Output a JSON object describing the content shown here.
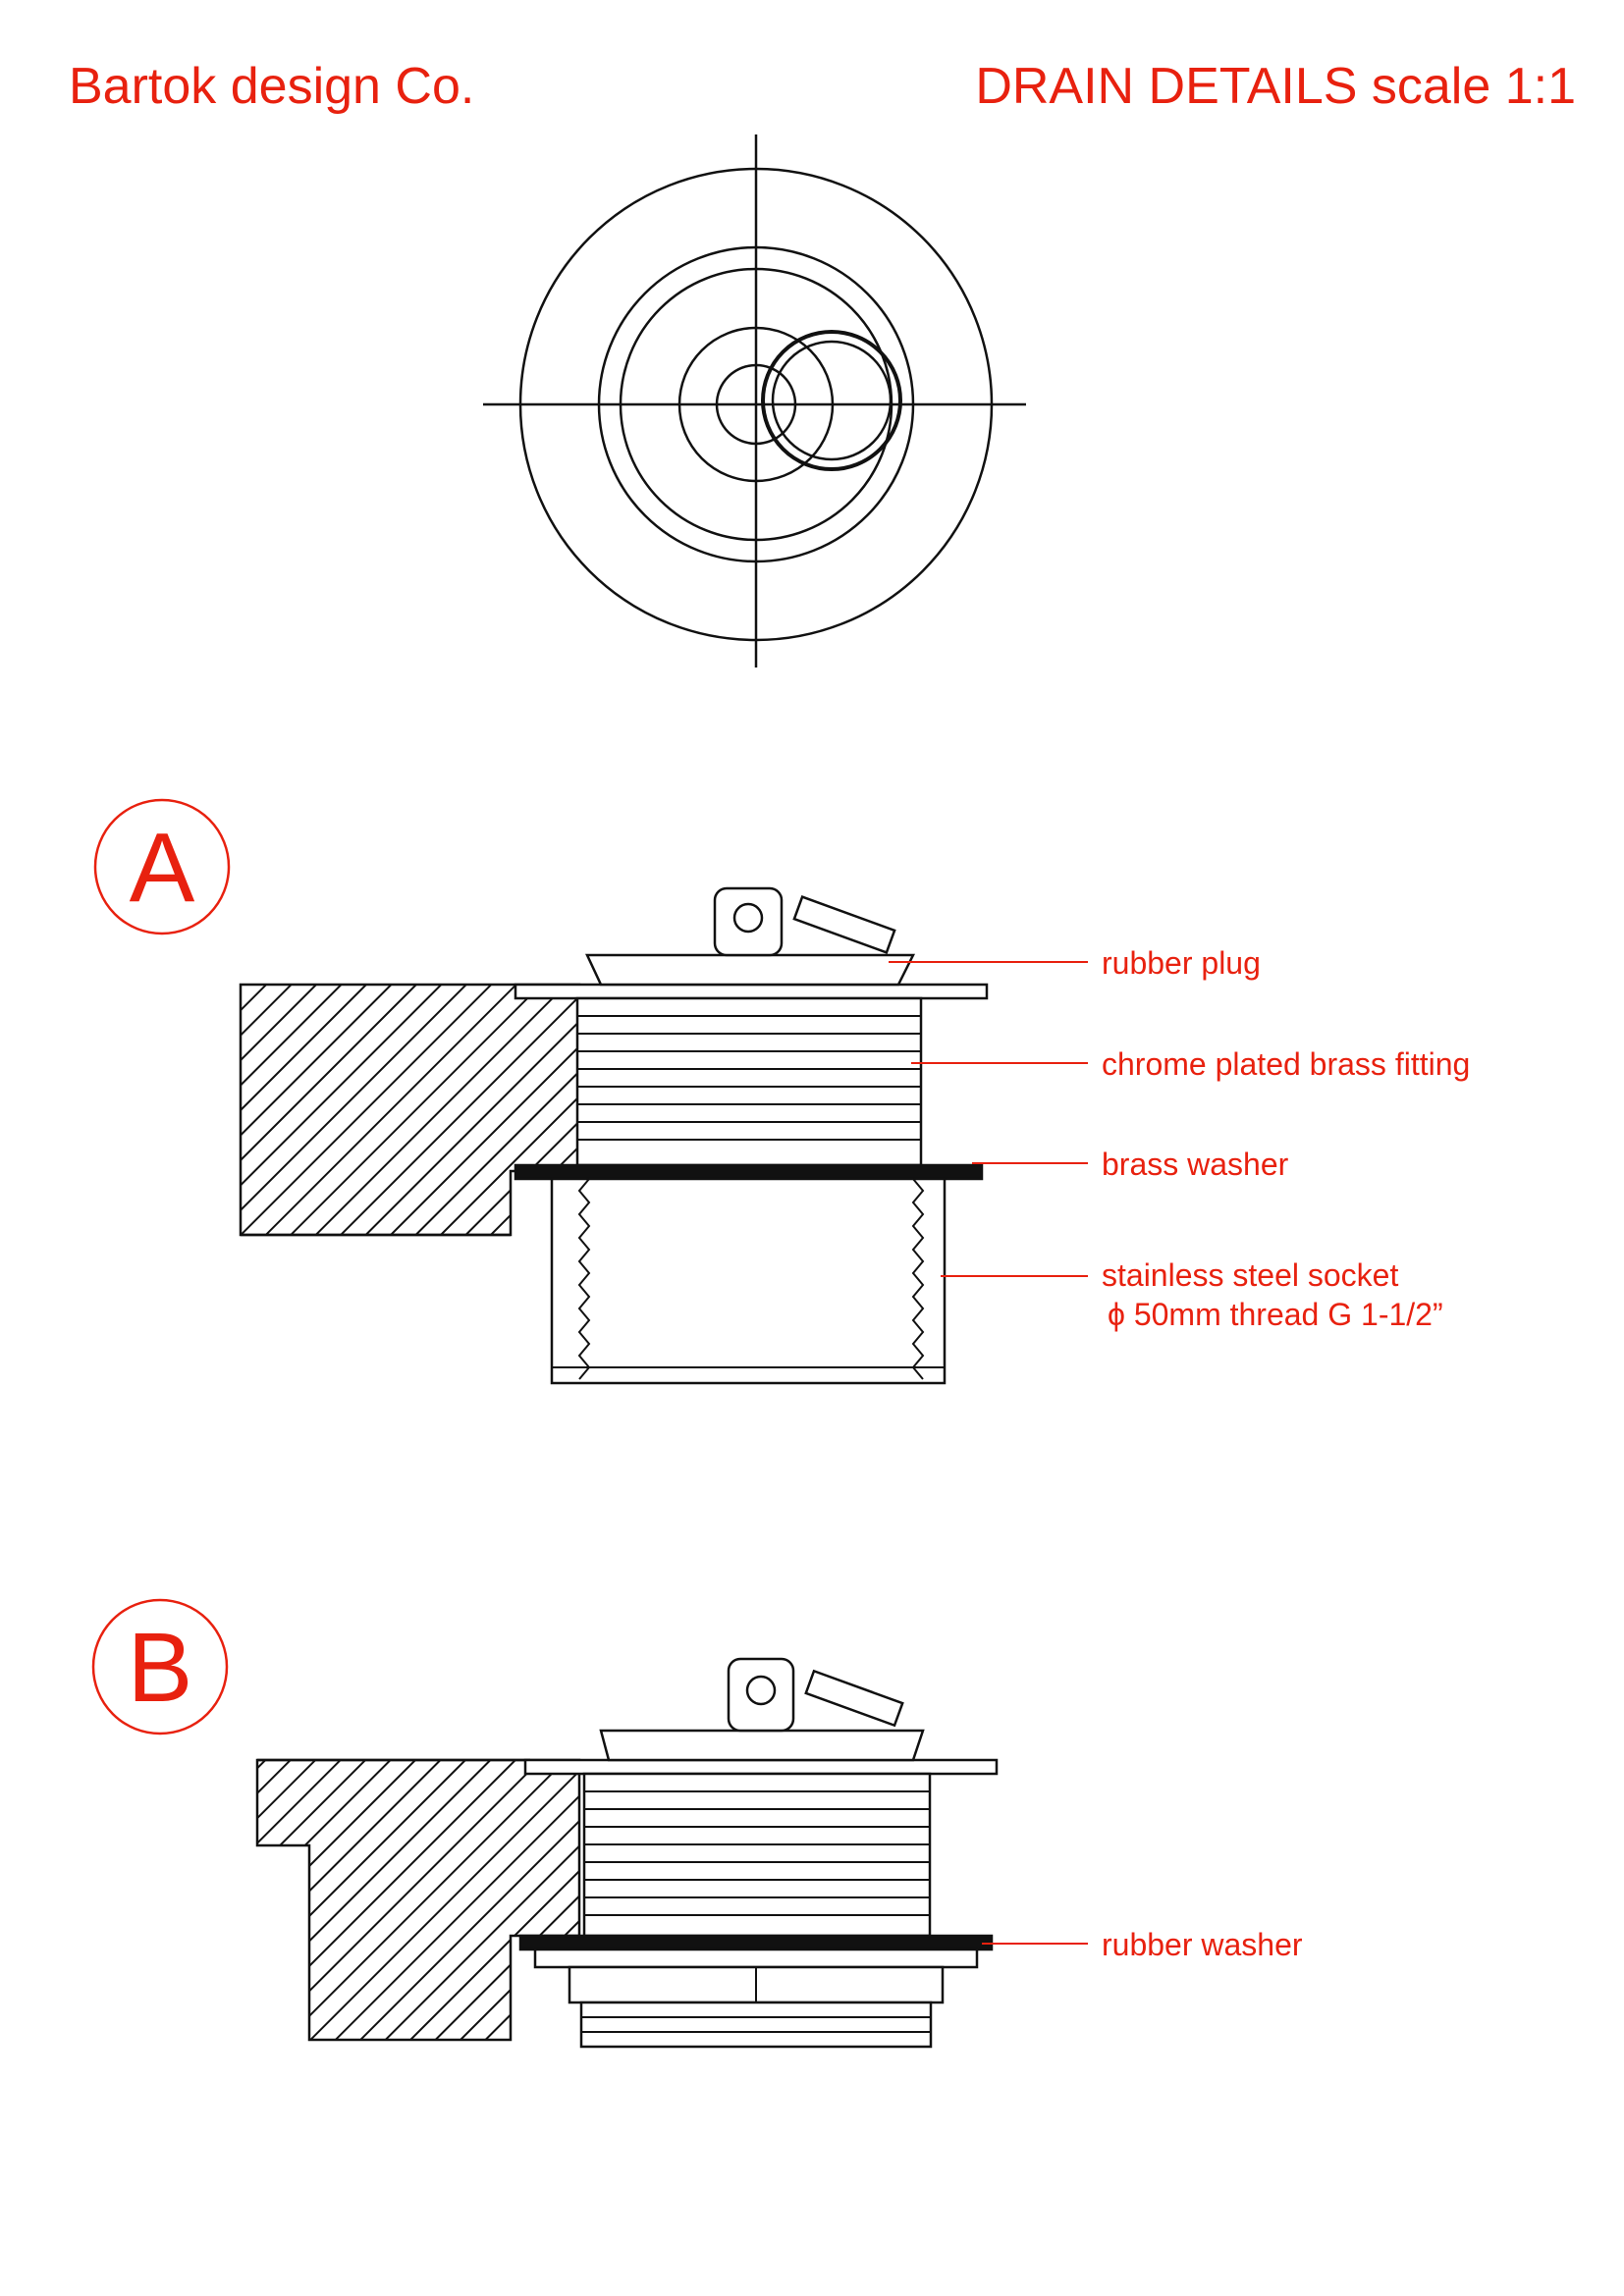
{
  "header": {
    "company": "Bartok design Co.",
    "sheet_title": "DRAIN DETAILS scale 1:1"
  },
  "sections": [
    {
      "letter": "A"
    },
    {
      "letter": "B"
    }
  ],
  "callouts_a": {
    "rubber_plug": "rubber plug",
    "brass_fitting": "chrome plated brass fitting",
    "brass_washer": "brass washer",
    "socket_line1": "stainless steel socket",
    "socket_line2": "ϕ 50mm thread G 1-1/2”"
  },
  "callouts_b": {
    "rubber_washer": "rubber washer"
  },
  "colors": {
    "annotation": "#e8210f",
    "linework": "#111111"
  }
}
